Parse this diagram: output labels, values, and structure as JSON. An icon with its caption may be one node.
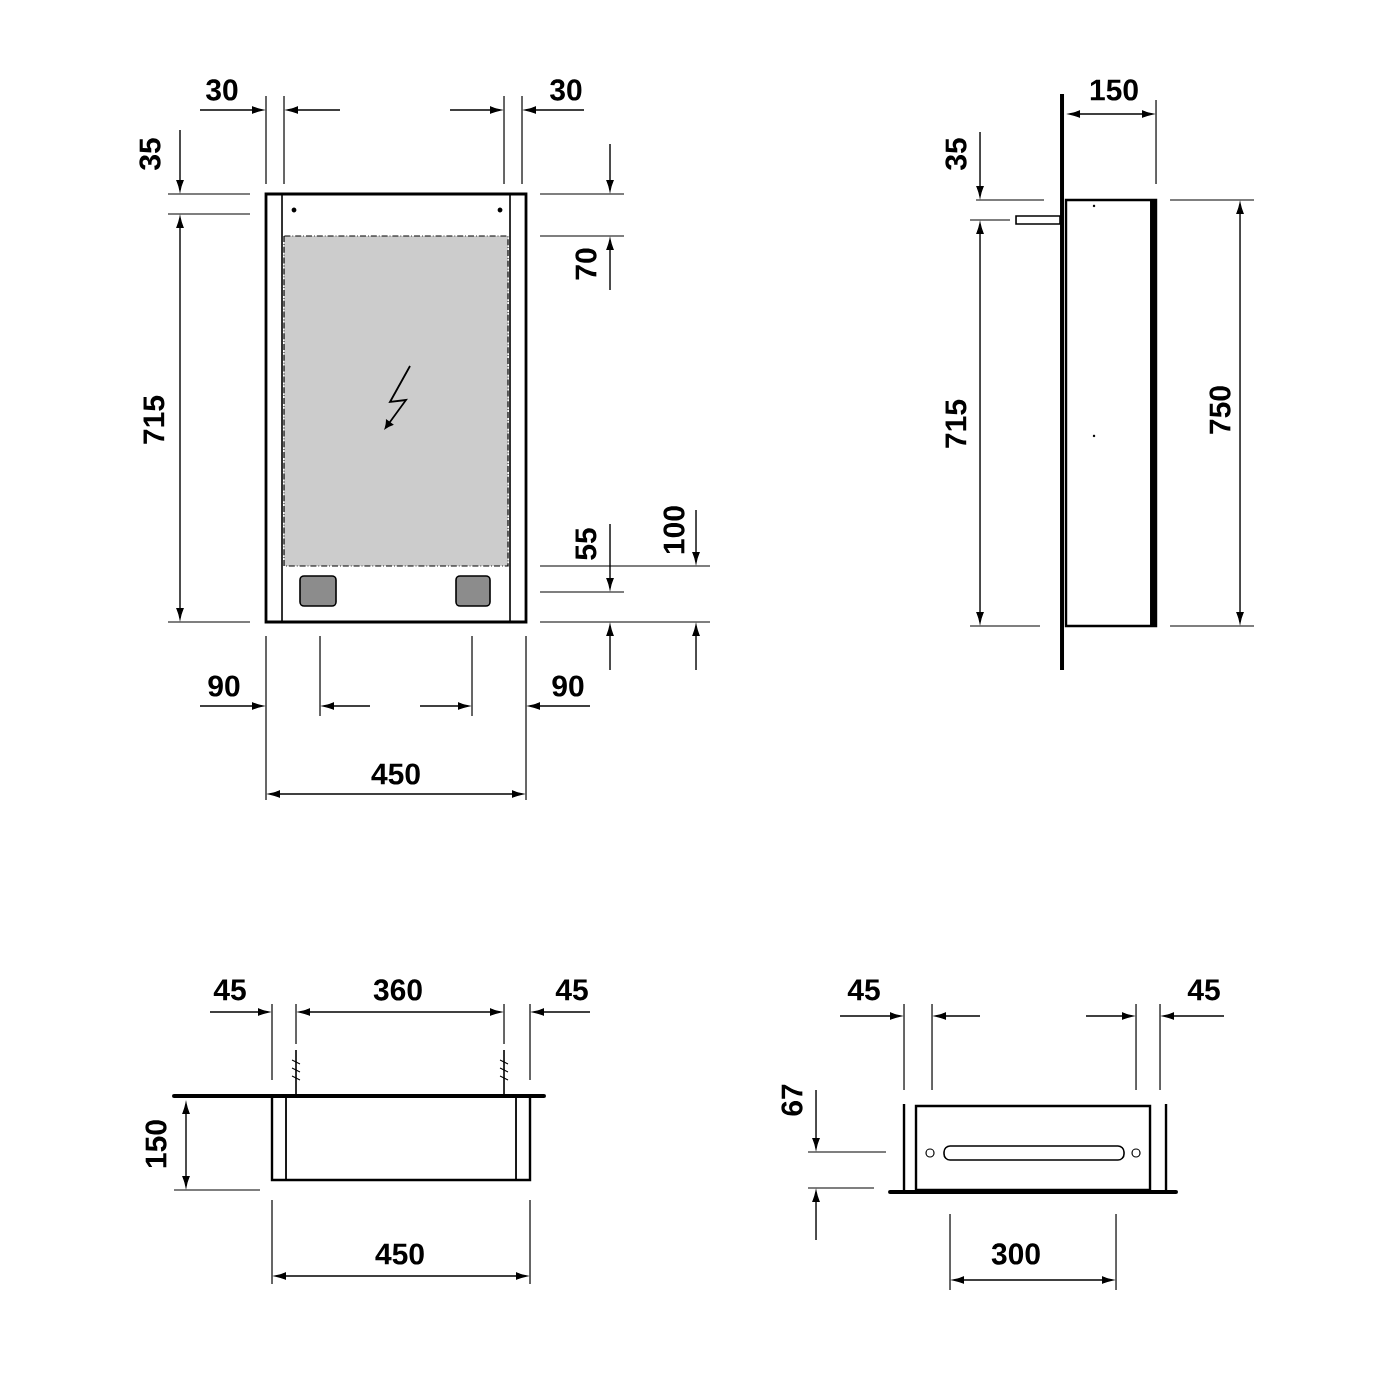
{
  "diagram": {
    "labels": [
      "30",
      "30",
      "35",
      "70",
      "715",
      "100",
      "55",
      "90",
      "90",
      "450",
      "150",
      "35",
      "715",
      "750",
      "45",
      "360",
      "45",
      "150",
      "450",
      "45",
      "45",
      "67",
      "300"
    ]
  }
}
